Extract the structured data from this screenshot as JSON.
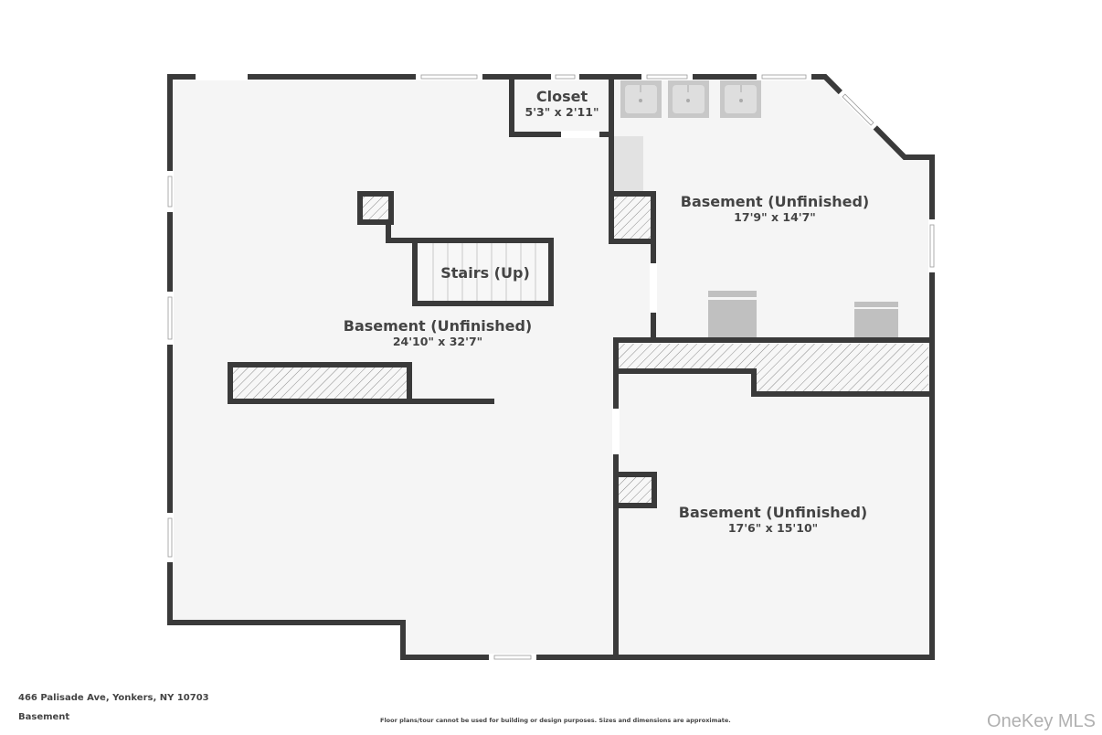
{
  "floorplan": {
    "rooms": [
      {
        "id": "closet",
        "name": "Closet",
        "dims": "5'3\" x 2'11\""
      },
      {
        "id": "basement-main",
        "name": "Basement (Unfinished)",
        "dims": "24'10\" x 32'7\""
      },
      {
        "id": "basement-upper-right",
        "name": "Basement (Unfinished)",
        "dims": "17'9\" x 14'7\""
      },
      {
        "id": "basement-lower-right",
        "name": "Basement (Unfinished)",
        "dims": "17'6\" x 15'10\""
      }
    ],
    "stairs": {
      "label": "Stairs (Up)"
    },
    "colors": {
      "wall": "#3a3a3a",
      "floor": "#f5f5f5",
      "fixture": "#c4c4c4",
      "hatch": "#8a8a8a",
      "text": "#444444"
    }
  },
  "footer": {
    "address": "466 Palisade Ave, Yonkers, NY 10703",
    "floor_name": "Basement",
    "disclaimer": "Floor plans/tour cannot be used for building or design purposes. Sizes and dimensions are approximate.",
    "brand": "OneKey MLS"
  }
}
